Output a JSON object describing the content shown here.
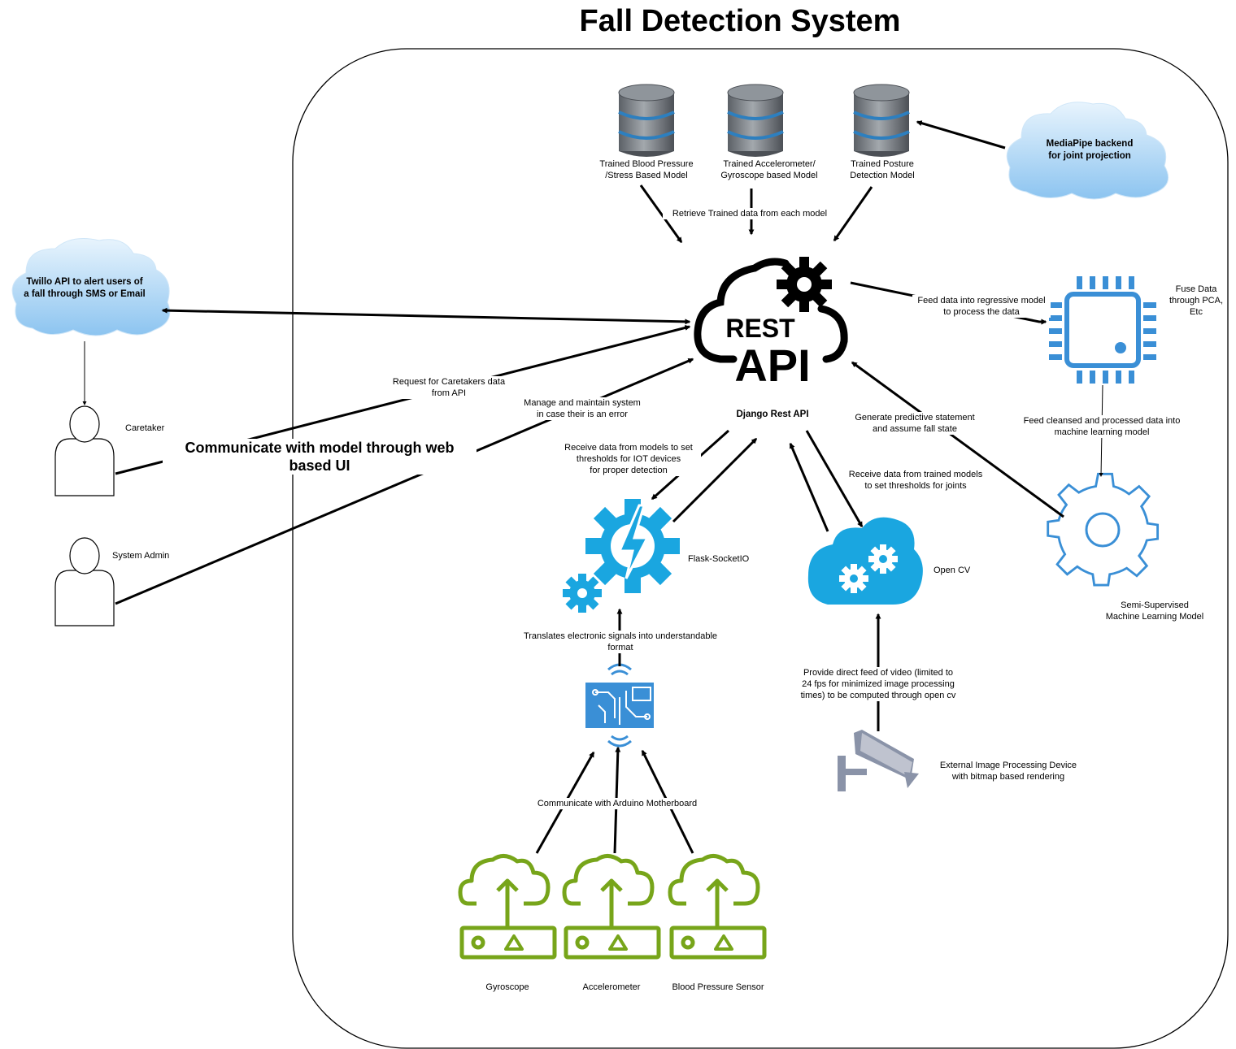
{
  "title": "Fall Detection System",
  "colors": {
    "container_stroke": "#000000",
    "database_gray": "#6f7479",
    "database_band": "#3d9ad1",
    "cloud_fill": "#b9dcf7",
    "chip_blue": "#3a8fd6",
    "cyan_gear": "#1aa6e0",
    "sensor_green": "#77a51a",
    "camera_gray": "#8a93a8"
  },
  "databases": [
    {
      "label": "Trained Blood Pressure\n/Stress Based Model",
      "icon": "database-icon"
    },
    {
      "label": "Trained Accelerometer/\nGyroscope based Model",
      "icon": "database-icon"
    },
    {
      "label": "Trained Posture\nDetection Model",
      "icon": "database-icon"
    }
  ],
  "clouds": {
    "mediapipe": "MediaPipe backend\nfor joint projection",
    "twilio": "Twillo API to alert users of\na fall through SMS or Email"
  },
  "api": {
    "rest": "REST",
    "api": "API",
    "caption": "Django Rest API"
  },
  "actors": {
    "caretaker": "Caretaker",
    "system_admin": "System Admin"
  },
  "web_ui_label": "Communicate with model through web\nbased UI",
  "components": {
    "flask": "Flask-SocketIO",
    "opencv": "Open CV",
    "ml_model": "Semi-Supervised\nMachine Learning Model",
    "chip": "Fuse Data\nthrough PCA,\nEtc",
    "camera": "External Image Processing Device\nwith bitmap based rendering"
  },
  "sensors": [
    "Gyroscope",
    "Accelerometer",
    "Blood Pressure Sensor"
  ],
  "edge_labels": {
    "retrieve": "Retrieve Trained data from each model",
    "caretaker_request": "Request for Caretakers data\nfrom API",
    "admin_manage": "Manage and maintain system\nin case their is an error",
    "feed_regressive": "Feed data into regressive model\nto process the data",
    "generate_predictive": "Generate predictive statement\nand assume fall state",
    "feed_cleansed": "Feed cleansed and processed data into\nmachine learning model",
    "receive_iot": "Receive data from models to set\nthresholds for IOT devices\nfor proper detection",
    "receive_joints": "Receive data from trained models\nto set thresholds for joints",
    "translate": "Translates electronic signals into understandable\nformat",
    "video_feed": "Provide direct feed of video (limited to\n24 fps for minimized image processing\ntimes) to be computed through open cv",
    "arduino": "Communicate with Arduino Motherboard"
  }
}
